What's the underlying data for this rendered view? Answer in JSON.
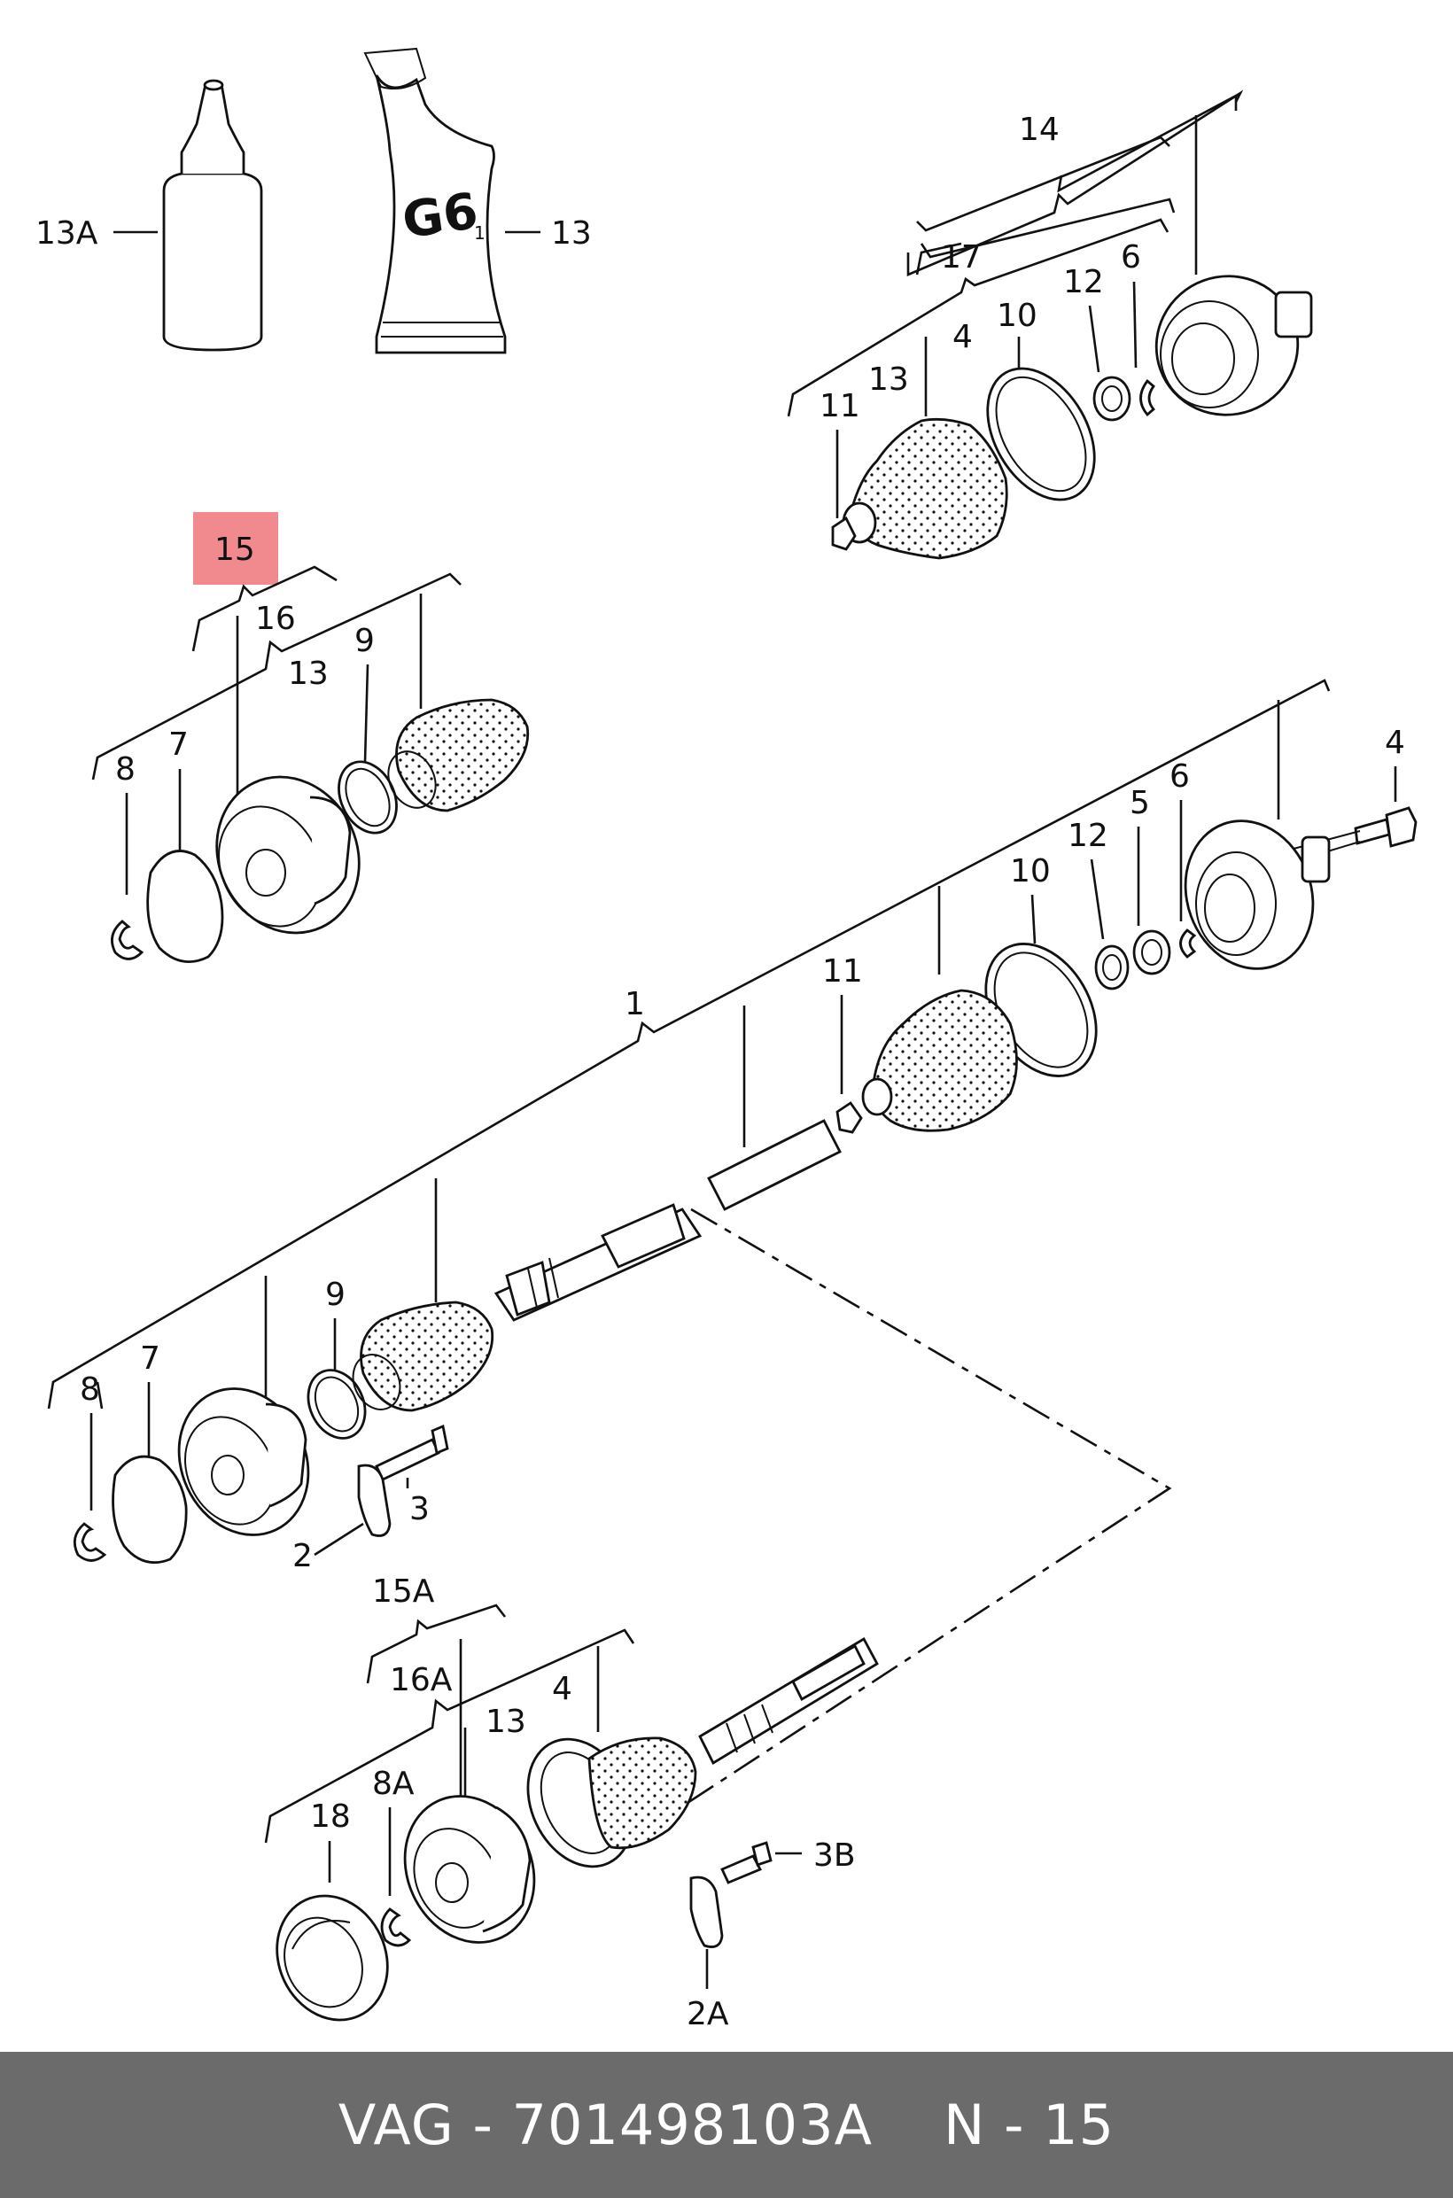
{
  "highlight_color": "#f08a8f",
  "labels": {
    "l13A_top": "13A",
    "l13_top": "13",
    "tube_text": "G6",
    "tube_sub": "1",
    "l14": "14",
    "l17": "17",
    "l11_a": "11",
    "l13_a": "13",
    "l4_a": "4",
    "l10_a": "10",
    "l12_a": "12",
    "l6_a": "6",
    "l15": "15",
    "l16": "16",
    "l13_b": "13",
    "l9_b": "9",
    "l7_b": "7",
    "l8_b": "8",
    "l4_c": "4",
    "l6_c": "6",
    "l5_c": "5",
    "l12_c": "12",
    "l10_c": "10",
    "l11_c": "11",
    "l1": "1",
    "l9_d": "9",
    "l7_d": "7",
    "l8_d": "8",
    "l3": "3",
    "l2": "2",
    "l15A": "15A",
    "l16A": "16A",
    "l13_e": "13",
    "l4_e": "4",
    "l18": "18",
    "l8A": "8A",
    "l3B": "3B",
    "l2A": "2A"
  },
  "footer": {
    "brand": "VAG",
    "separator": " - ",
    "part_number": "701498103A",
    "page_prefix": "N",
    "page_sep": " - ",
    "page_number": "15"
  }
}
